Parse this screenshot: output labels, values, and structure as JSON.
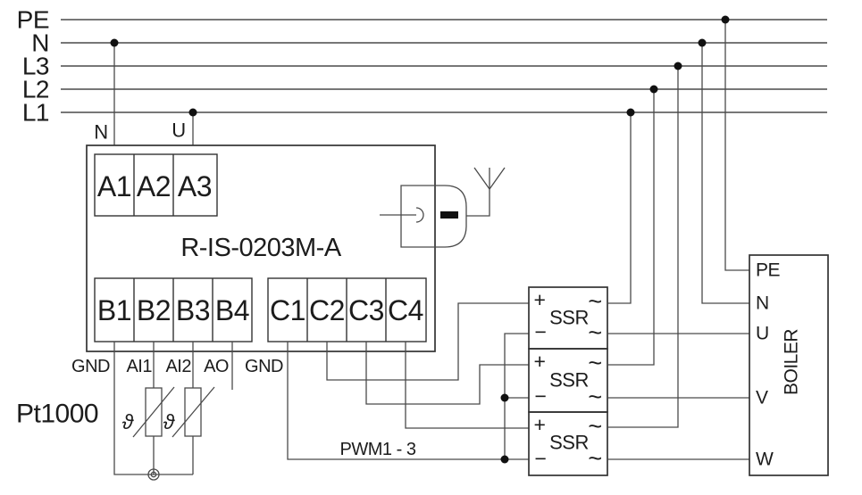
{
  "power_bus": {
    "labels": [
      "PE",
      "N",
      "L3",
      "L2",
      "L1"
    ]
  },
  "device": {
    "title": "R-IS-0203M-A",
    "input_n": "N",
    "input_u": "U",
    "terminals_a": [
      "A1",
      "A2",
      "A3"
    ],
    "terminals_b": [
      "B1",
      "B2",
      "B3",
      "B4"
    ],
    "terminals_c": [
      "C1",
      "C2",
      "C3",
      "C4"
    ],
    "io_labels": [
      "GND",
      "AI1",
      "AI2",
      "AO",
      "GND"
    ]
  },
  "sensors": {
    "label": "Pt1000",
    "theta": "ϑ"
  },
  "pwm": {
    "label": "PWM1 - 3"
  },
  "ssr": {
    "label": "SSR",
    "plus": "+",
    "minus": "−",
    "ac": "~"
  },
  "boiler": {
    "label": "BOILER",
    "terminals": [
      "PE",
      "N",
      "U",
      "V",
      "W"
    ]
  },
  "colors": {
    "background": "#ffffff",
    "line": "#4a4a4a",
    "box_line": "#333333",
    "text": "#1c1c1c",
    "junction": "#111111"
  }
}
